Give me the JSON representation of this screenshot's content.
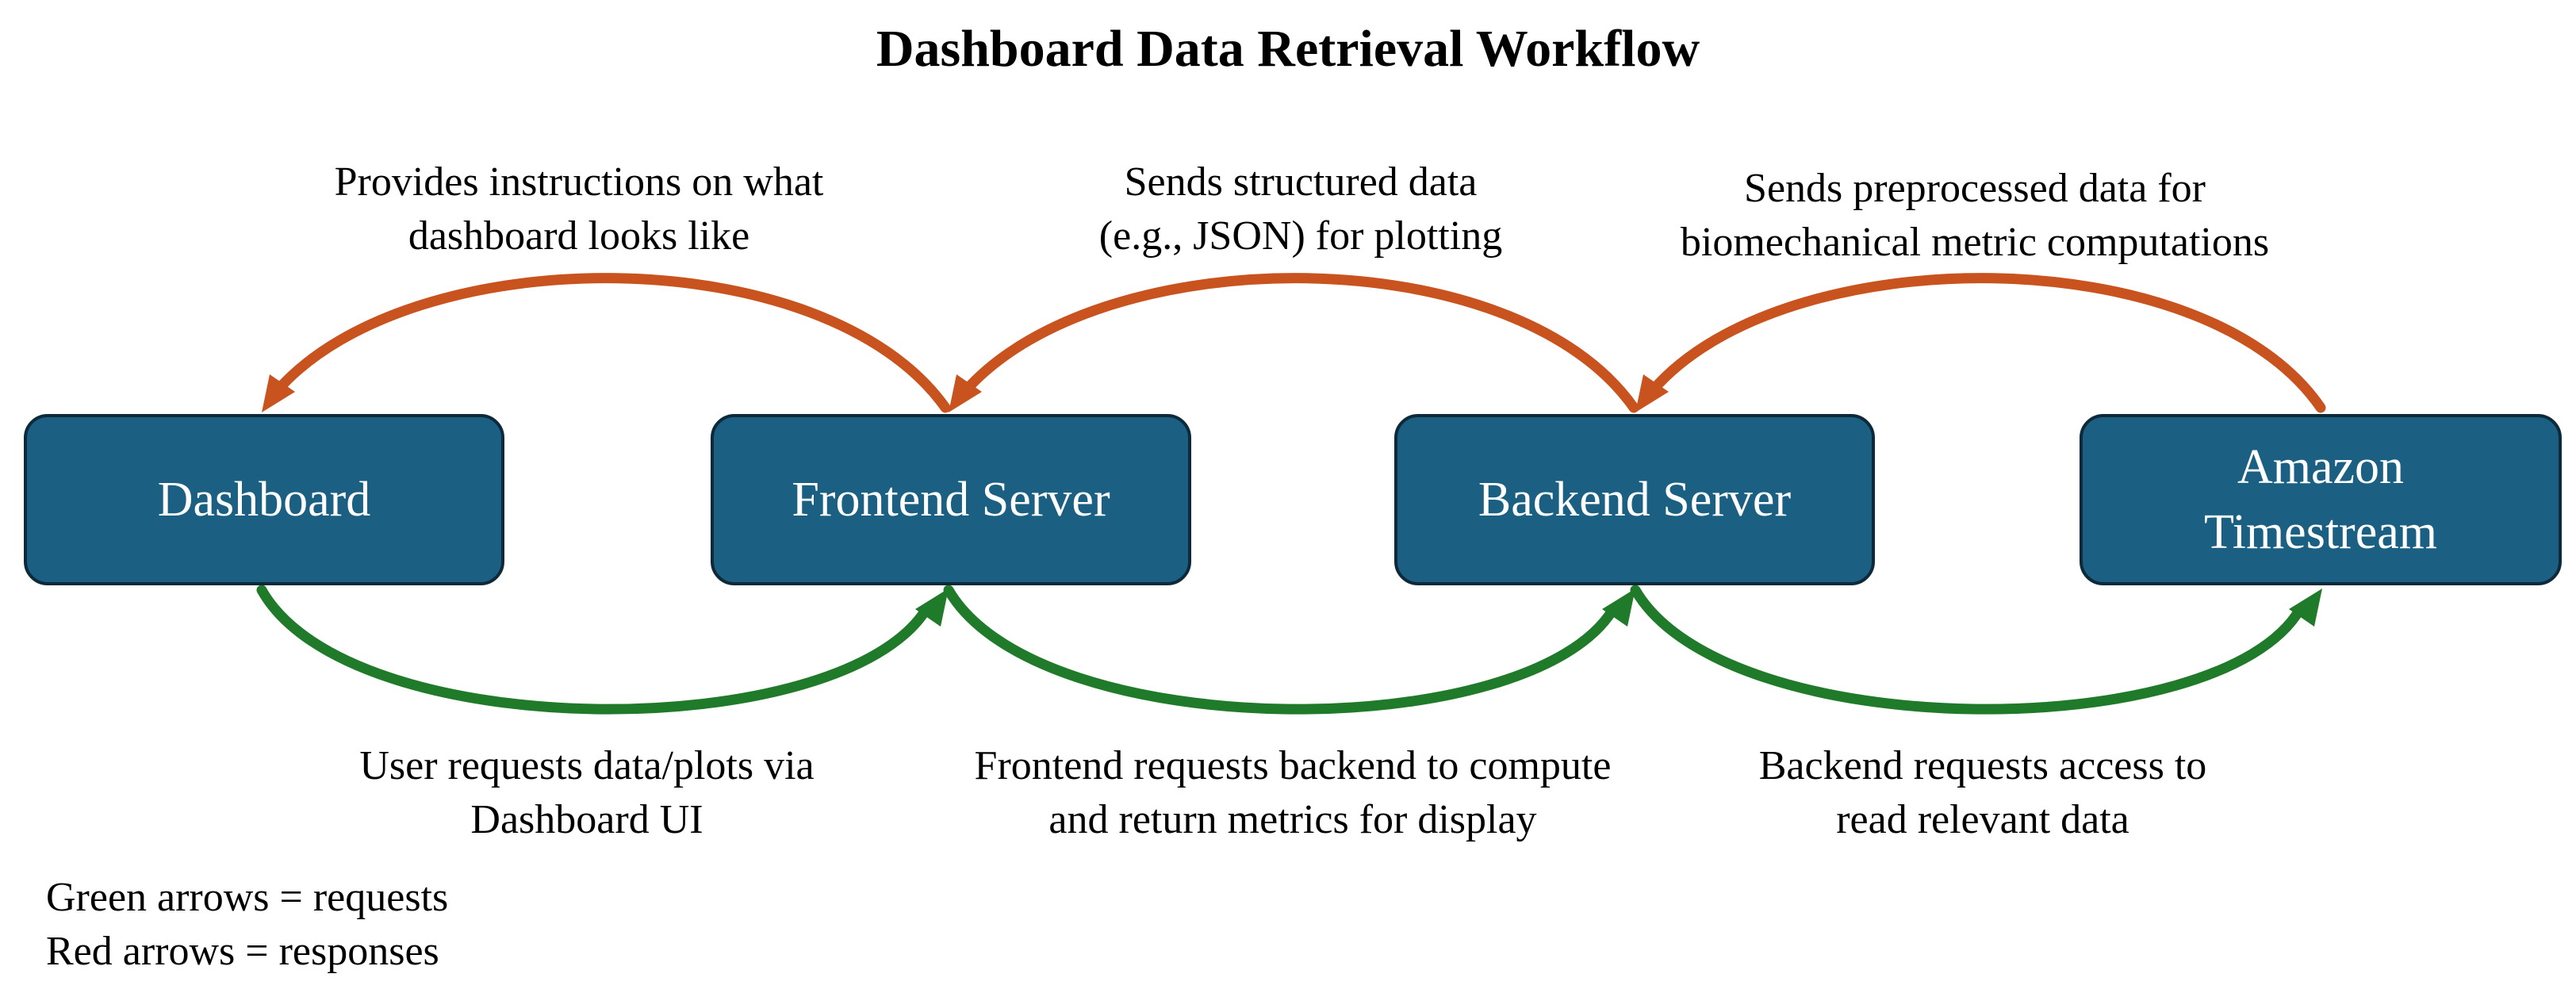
{
  "title": "Dashboard Data Retrieval Workflow",
  "colors": {
    "box_fill": "#1b5f82",
    "box_border": "#0e2a3a",
    "request_arrow": "#1f7a2a",
    "response_arrow": "#c8531f"
  },
  "nodes": [
    {
      "id": "dashboard",
      "label": "Dashboard"
    },
    {
      "id": "frontend",
      "label": "Frontend Server"
    },
    {
      "id": "backend",
      "label": "Backend Server"
    },
    {
      "id": "timestream",
      "label": "Amazon\nTimestream"
    }
  ],
  "responses": [
    {
      "from": "frontend",
      "to": "dashboard",
      "line1": "Provides instructions on what",
      "line2": "dashboard looks like"
    },
    {
      "from": "backend",
      "to": "frontend",
      "line1": "Sends structured data",
      "line2": "(e.g., JSON) for plotting"
    },
    {
      "from": "timestream",
      "to": "backend",
      "line1": "Sends preprocessed data for",
      "line2": "biomechanical metric computations"
    }
  ],
  "requests": [
    {
      "from": "dashboard",
      "to": "frontend",
      "line1": "User requests data/plots via",
      "line2": "Dashboard UI"
    },
    {
      "from": "frontend",
      "to": "backend",
      "line1": "Frontend requests backend to compute",
      "line2": "and return metrics for display"
    },
    {
      "from": "backend",
      "to": "timestream",
      "line1": "Backend requests access to",
      "line2": "read relevant data"
    }
  ],
  "legend": {
    "green": "Green arrows = requests",
    "red": "Red arrows = responses"
  }
}
